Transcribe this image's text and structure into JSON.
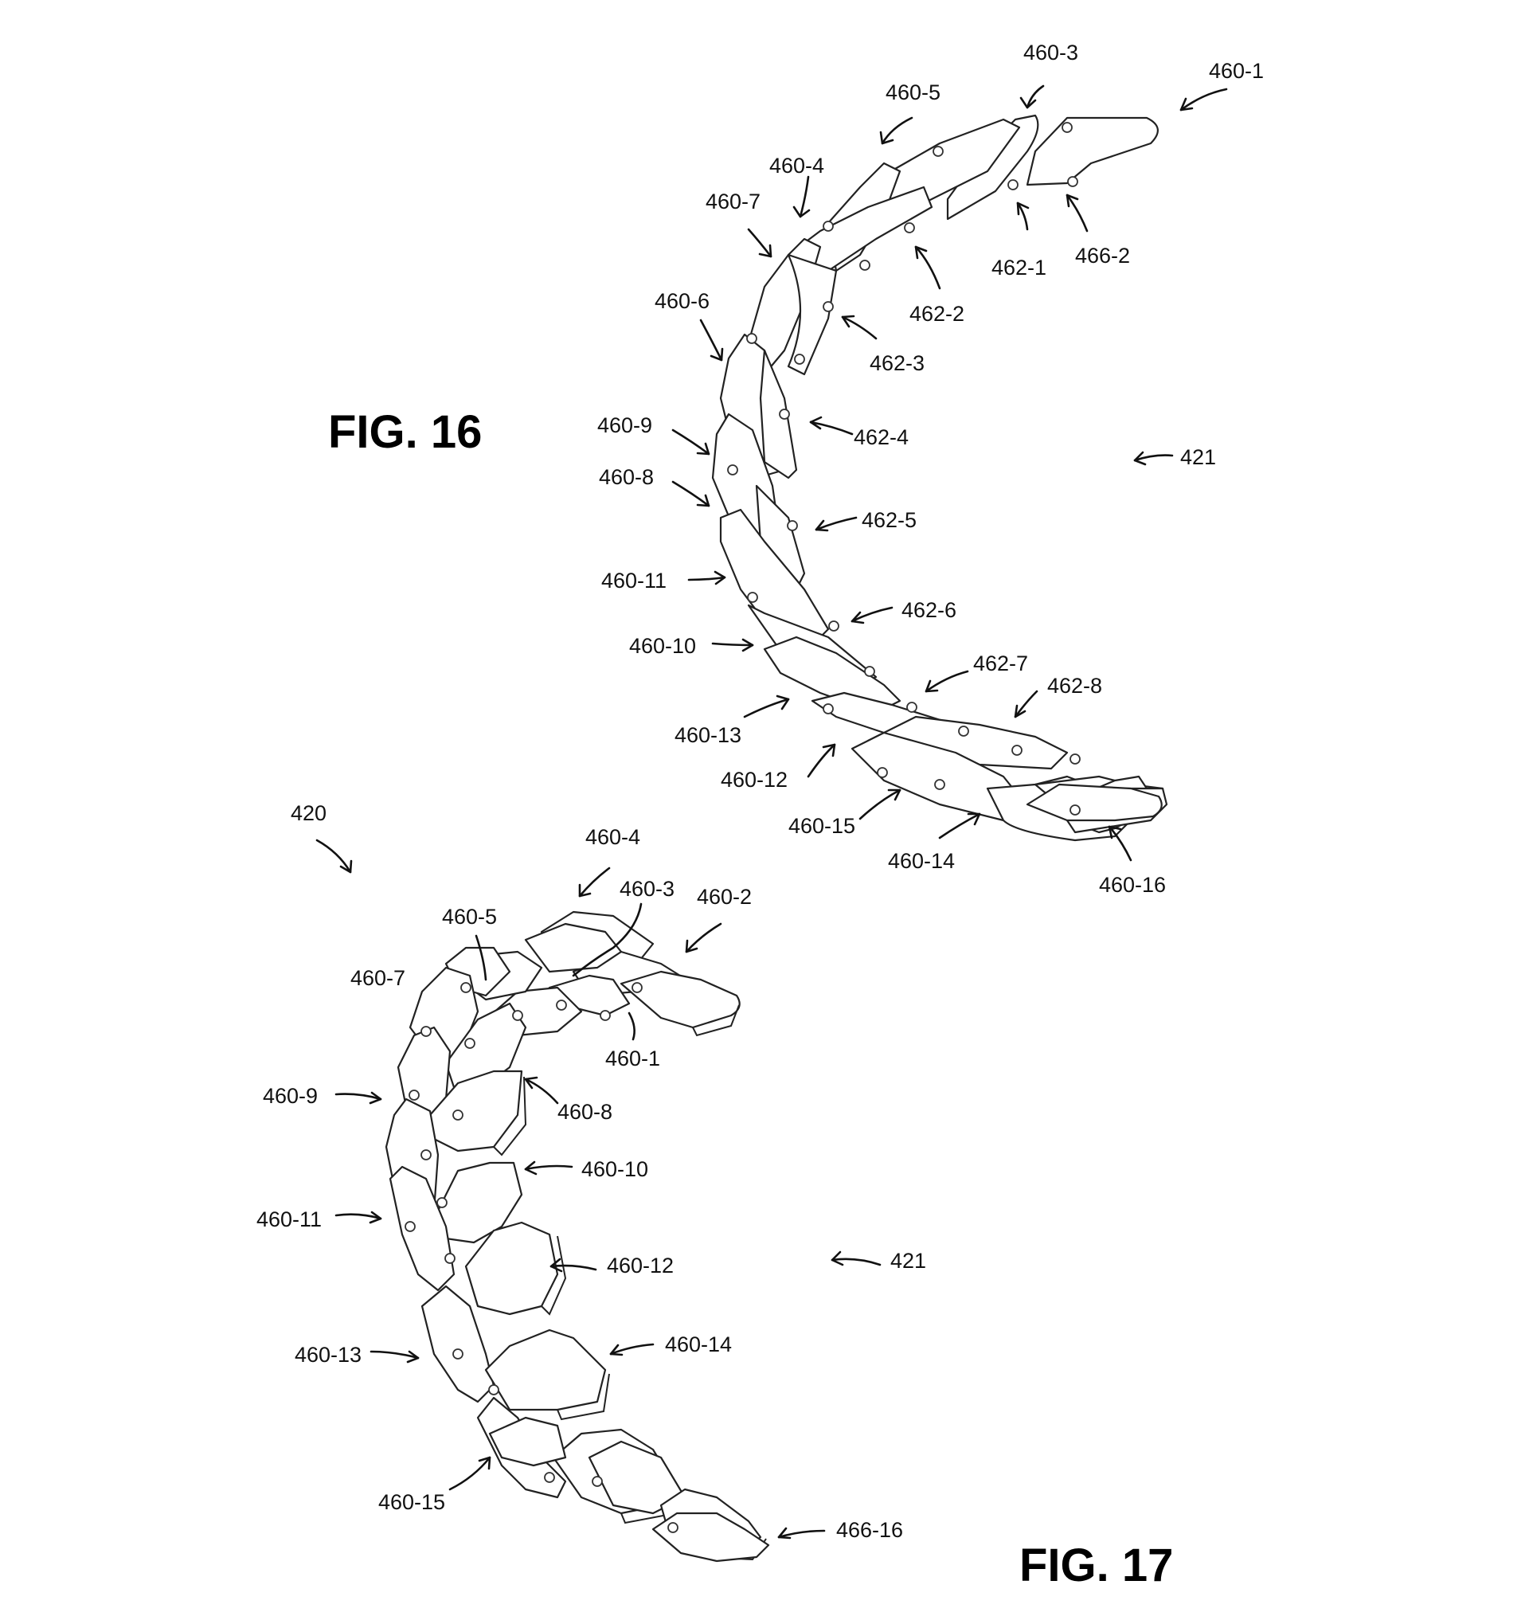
{
  "fig16": {
    "title": "FIG. 16",
    "labels": {
      "l460_1": "460-1",
      "l460_3": "460-3",
      "l460_5": "460-5",
      "l460_4": "460-4",
      "l460_7": "460-7",
      "l460_6": "460-6",
      "l460_9": "460-9",
      "l460_8": "460-8",
      "l460_11": "460-11",
      "l460_10": "460-10",
      "l460_13": "460-13",
      "l460_12": "460-12",
      "l460_15": "460-15",
      "l460_14": "460-14",
      "l460_16": "460-16",
      "l462_1": "462-1",
      "l466_2": "466-2",
      "l462_2": "462-2",
      "l462_3": "462-3",
      "l462_4": "462-4",
      "l462_5": "462-5",
      "l462_6": "462-6",
      "l462_7": "462-7",
      "l462_8": "462-8",
      "l421": "421"
    }
  },
  "fig17": {
    "title": "FIG. 17",
    "labels": {
      "l420": "420",
      "l460_4": "460-4",
      "l460_3": "460-3",
      "l460_2": "460-2",
      "l460_5": "460-5",
      "l460_7": "460-7",
      "l460_1": "460-1",
      "l460_9": "460-9",
      "l460_8": "460-8",
      "l460_10": "460-10",
      "l460_11": "460-11",
      "l460_12": "460-12",
      "l421": "421",
      "l460_13": "460-13",
      "l460_14": "460-14",
      "l460_15": "460-15",
      "l466_16": "466-16"
    }
  }
}
